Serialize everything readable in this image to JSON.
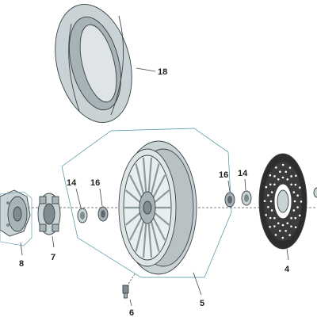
{
  "callouts": [
    {
      "id": "18",
      "label": "18"
    },
    {
      "id": "14a",
      "label": "14"
    },
    {
      "id": "16a",
      "label": "16"
    },
    {
      "id": "16b",
      "label": "16"
    },
    {
      "id": "14b",
      "label": "14"
    },
    {
      "id": "4",
      "label": "4"
    },
    {
      "id": "5",
      "label": "5"
    },
    {
      "id": "6",
      "label": "6"
    },
    {
      "id": "7",
      "label": "7"
    },
    {
      "id": "8",
      "label": "8"
    }
  ],
  "colors": {
    "part_fill": "#c9d2d4",
    "part_shade": "#a7b3b6",
    "part_dark": "#7f8b8e",
    "outline": "#3a4346",
    "rotor_dark": "#2d2d2d",
    "leader_accent": "#c62828"
  }
}
